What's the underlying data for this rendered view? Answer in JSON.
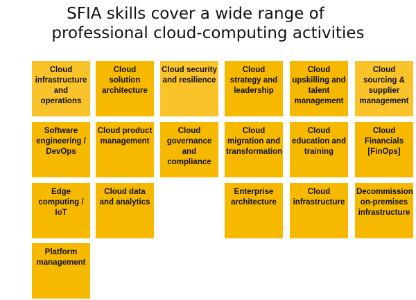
{
  "title": {
    "line1": "SFIA skills cover a wide range of",
    "line2": "professional cloud-computing activities"
  },
  "colors": {
    "tile": "#f7b800",
    "tile_light": "#fac32a",
    "tile_dark": "#f5ad00",
    "text": "#111111",
    "background": "#ffffff"
  },
  "tiles": {
    "r1c1": "Cloud infrastructure and operations",
    "r1c2": "Cloud solution architecture",
    "r1c3": "Cloud security and resilience",
    "r1c4": "Cloud strategy and leadership",
    "r1c5": "Cloud upskilling and talent management",
    "r1c6": "Cloud sourcing & supplier management",
    "r2c1": "Software engineering / DevOps",
    "r2c2": "Cloud product management",
    "r2c3": "Cloud governance and compliance",
    "r2c4": "Cloud migration and transformation",
    "r2c5": "Cloud education and training",
    "r2c6": "Cloud Financials [FinOps]",
    "r3c1": "Edge computing  / IoT",
    "r3c2": "Cloud data and analytics",
    "r3c4": "Enterprise architecture",
    "r3c5": "Cloud infrastructure",
    "r3c6": "Decommission on-premises infrastructure",
    "r4c1": "Platform management"
  }
}
